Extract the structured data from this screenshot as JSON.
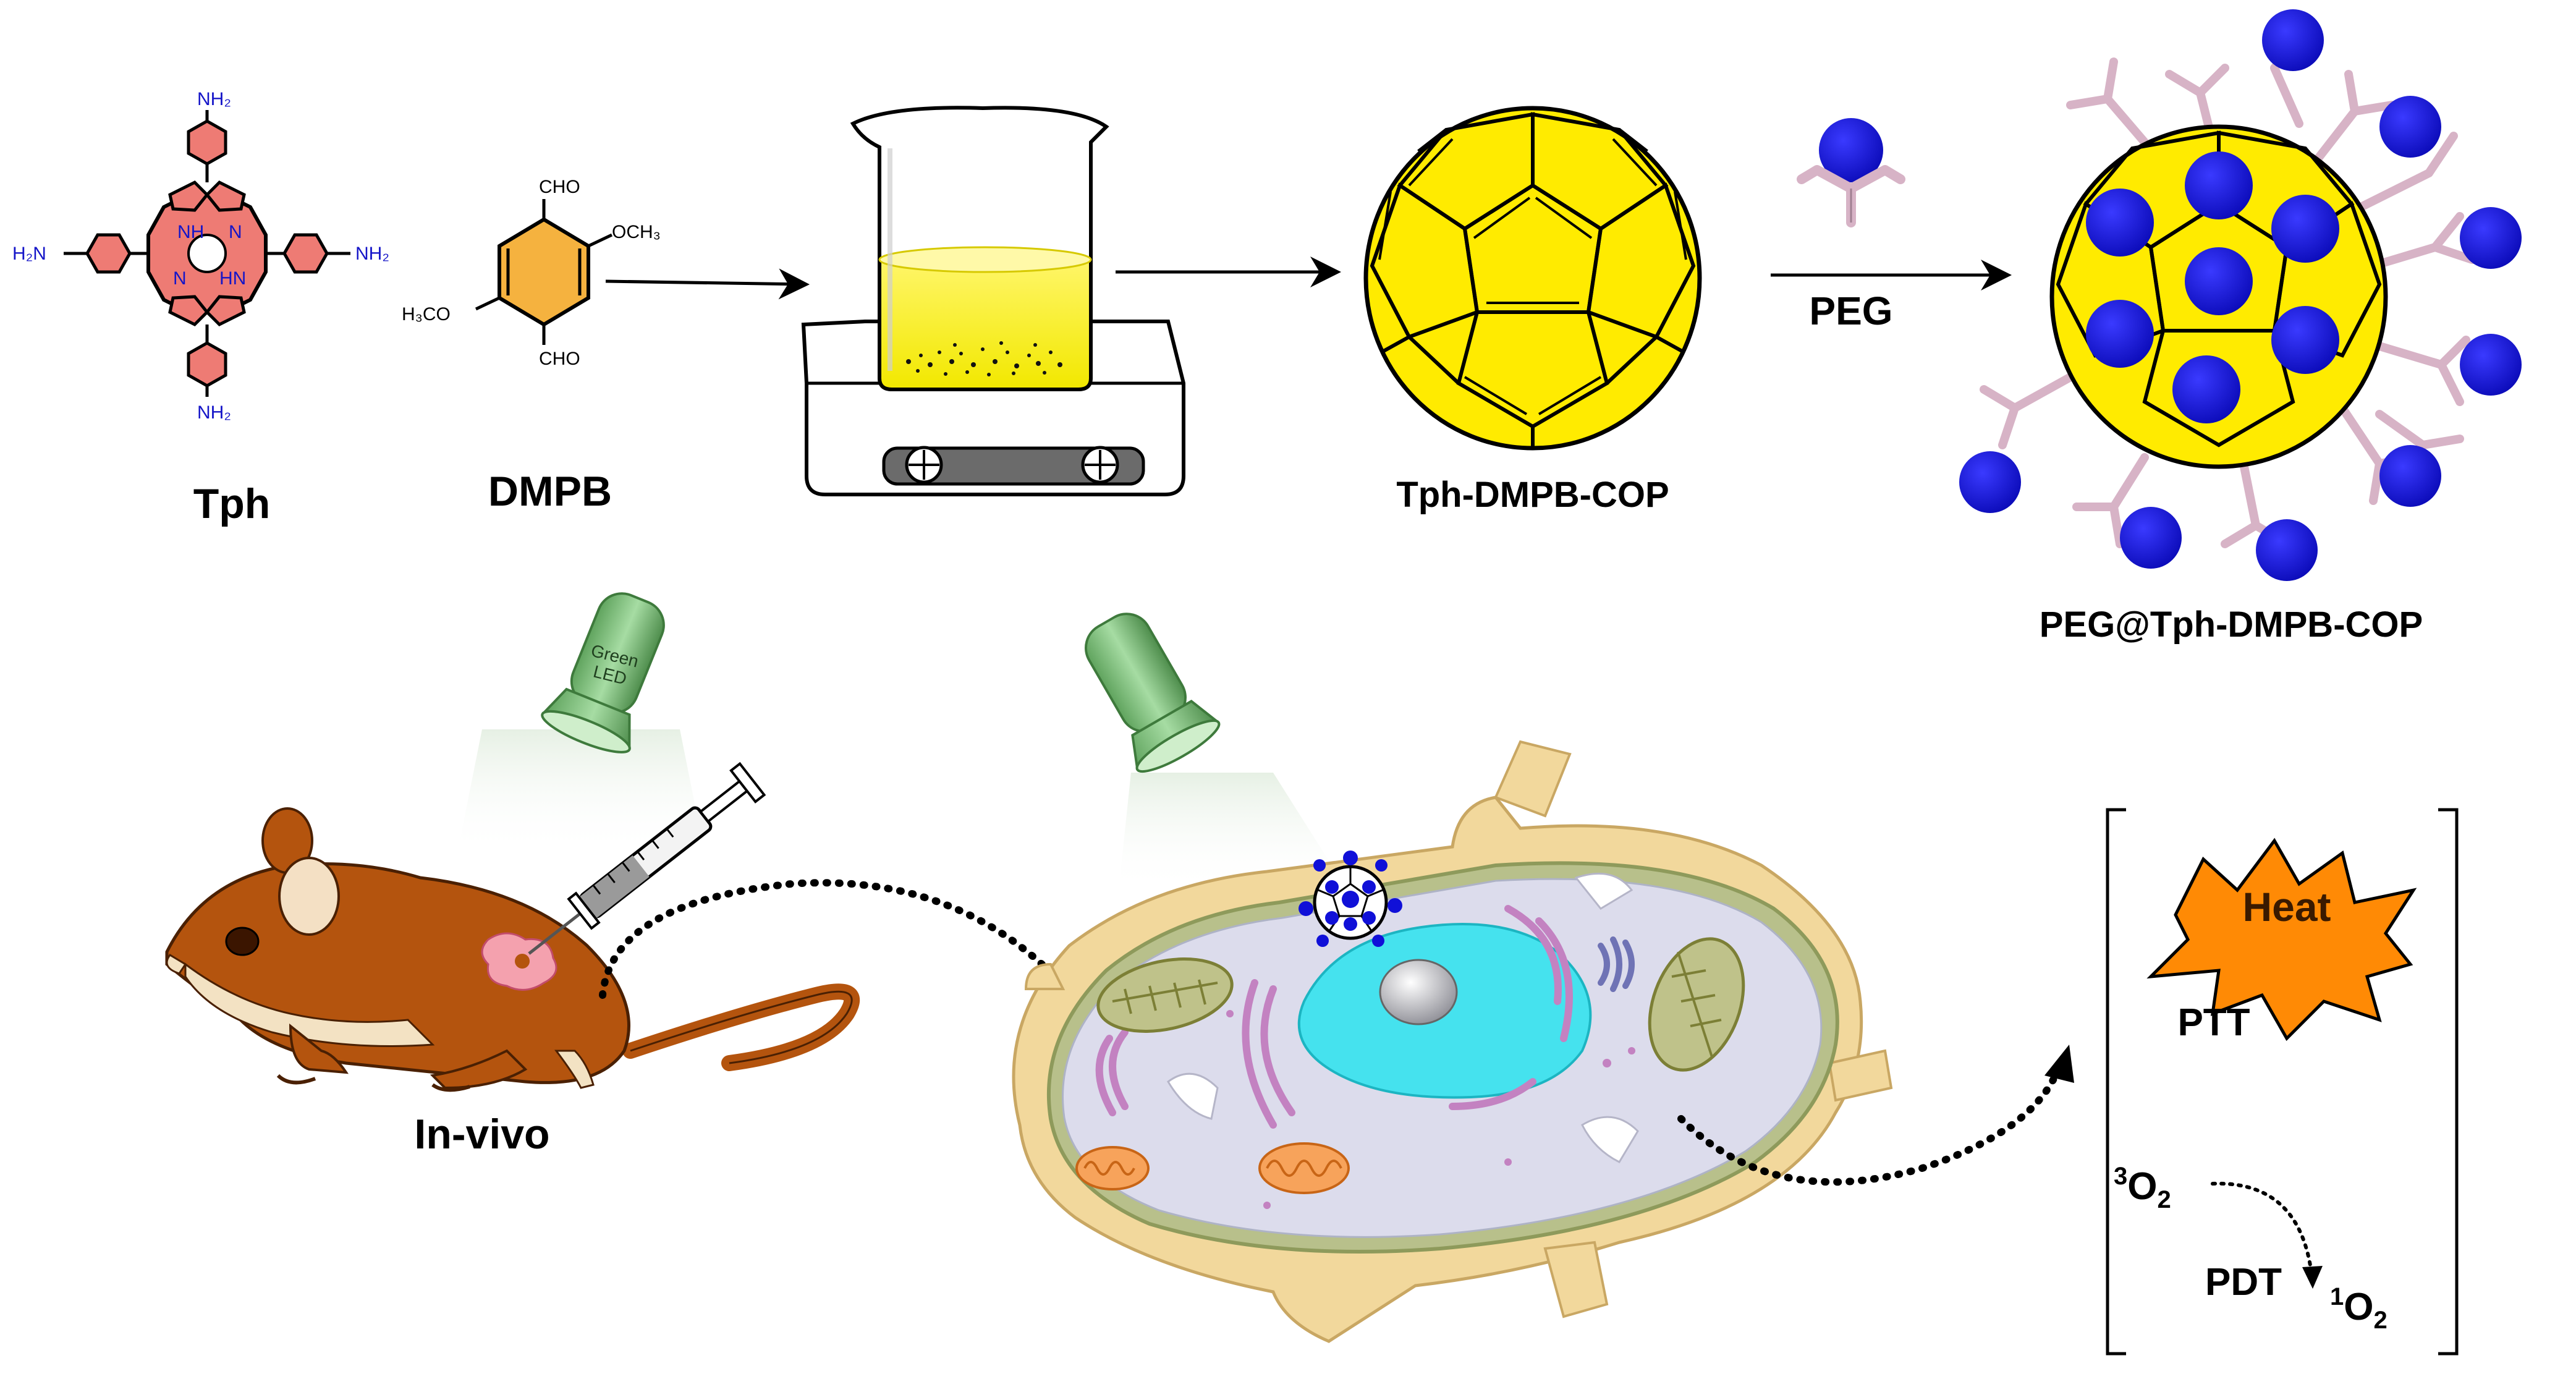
{
  "labels": {
    "tph": "Tph",
    "dmpb": "DMPB",
    "cop": "Tph-DMPB-COP",
    "peg": "PEG",
    "peg_cop": "PEG@Tph-DMPB-COP",
    "in_vivo": "In-vivo",
    "heat": "Heat",
    "ptt": "PTT",
    "pdt": "PDT",
    "led_line1": "Green",
    "led_line2": "LED"
  },
  "oxygen": {
    "triplet_sup": "3",
    "singlet_sup": "1",
    "symbol": "O",
    "sub": "2"
  },
  "tph_molecule": {
    "amine": "NH₂",
    "amine_left": "H₂N",
    "nh": "NH",
    "hn": "HN",
    "n": "N"
  },
  "dmpb_molecule": {
    "cho": "CHO",
    "och3": "OCH₃",
    "h3co": "H₃CO"
  },
  "colors": {
    "fullerene": "#ffeb00",
    "peg_ball": "#1010d8",
    "peg_chain": "#d7b3c6",
    "tph_fill": "#ee7b74",
    "dmpb_fill": "#f5b23f",
    "mouse": "#b4540e",
    "nucleus": "#45e2ee",
    "cytoplasm": "#dcdcec",
    "cell_wall": "#f2d89c",
    "heat": "#ff8a05",
    "led": "#7fc47d"
  }
}
